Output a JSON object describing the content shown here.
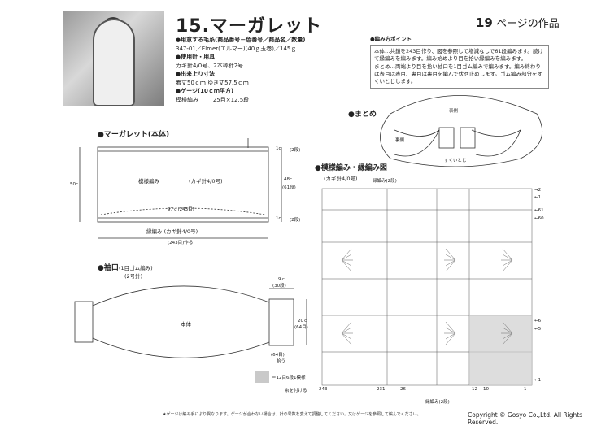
{
  "title": "15.マーガレット",
  "page_ref": {
    "number": "19",
    "suffix": "ページの作品"
  },
  "specs": {
    "yarn_heading": "●用意する毛糸(商品番号－色番号／商品名／数量)",
    "yarn_value": "347-01／Elmer(エルマー)(40ｇ玉巻)／145ｇ",
    "tools_heading": "●使用針・用具",
    "tools_value": "カギ針4/0号、2本棒針2号",
    "size_heading": "●出来上り寸法",
    "size_value": "着丈50ｃｍ ゆき丈57.5ｃｍ",
    "gauge_heading": "●ゲージ(10ｃｍ平方)",
    "gauge_label": "模様編み",
    "gauge_value": "25目×12.5段"
  },
  "points": {
    "heading": "●編み方ポイント",
    "text1": "本体…共鎖を243目作り、図を参照して増減なしで61段編みます。続けて縁編みを編みます。編み始めより目を拾い縁編みを編みます。",
    "text2": "まとめ…両端より目を拾い袖口を1目ゴム編みで編みます。編み終わりは表目は表目、裏目は裏目を編んで伏せ止めします。ゴム編み部分をすくいとじします。"
  },
  "body_diagram": {
    "heading": "●マーガレット(本体)",
    "pattern_label": "模様編み",
    "needle_label": "(カギ針4/0号)",
    "height_label": "50c",
    "side_top": "1c",
    "side_top_rows": "(2段)",
    "side_mid": "48c",
    "side_mid_rows": "(61段)",
    "side_bot": "1c",
    "side_bot_rows": "(2段)",
    "width_label": "97ｃ(243目)",
    "edge_label": "縁編み (カギ針4/0号)",
    "cast_on": "(243目)作る"
  },
  "cuff_diagram": {
    "heading": "●袖口",
    "rib": "(1目ゴム編み)",
    "needle": "(2号針)",
    "body_label": "本体",
    "width": "9ｃ",
    "width_rows": "(30段)",
    "height": "20ｃ",
    "height_sts": "(64目)",
    "pick": "(64目)",
    "pick2": "拾う"
  },
  "finish": {
    "heading": "●まとめ",
    "outside": "表側",
    "inside": "裏側",
    "seam": "すくいとじ"
  },
  "chart": {
    "heading": "●模様編み・縁編み図",
    "needle": "(カギ針4/0号)",
    "edge": "縁編み(2段)",
    "bottom_start": "糸を付ける",
    "bottom_nums": [
      "243",
      "231",
      "26",
      "12",
      "10",
      "1"
    ],
    "bottom_edge": "縁編み(2段)",
    "right_nums": [
      "→2",
      "←1",
      "←61",
      "←60",
      "←6",
      "←5",
      "←1"
    ],
    "legend": "＝12目6段1模様"
  },
  "footnote": "★ゲージは編み手により異なります。ゲージが合わない場合は、針の号数を変えて調整してください。又はゲージを参照して編んでください。",
  "copyright": "Copyright © Gosyo Co.,Ltd. All Rights Reserved."
}
